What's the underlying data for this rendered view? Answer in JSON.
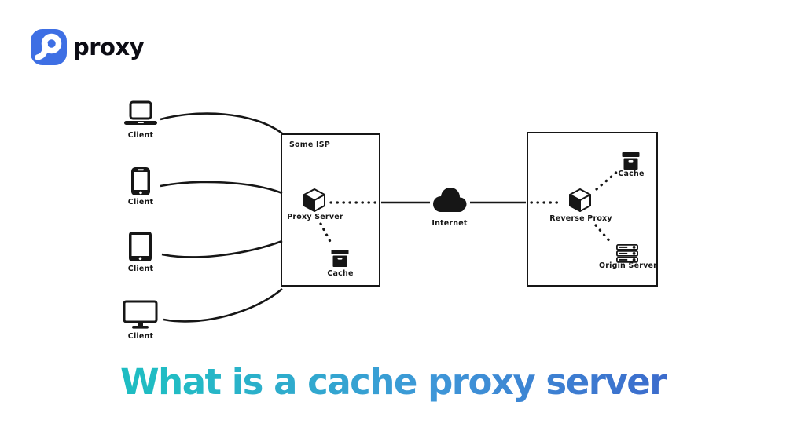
{
  "logo": {
    "brand": "proxy",
    "badge_color": "#3e6fe4",
    "text_color": "#0c0c14"
  },
  "clients": [
    {
      "label": "Client",
      "device": "laptop-icon"
    },
    {
      "label": "Client",
      "device": "smartphone-icon"
    },
    {
      "label": "Client",
      "device": "tablet-icon"
    },
    {
      "label": "Client",
      "device": "monitor-icon"
    }
  ],
  "isp_box": {
    "title": "Some ISP",
    "proxy_server_label": "Proxy Server",
    "cache_label": "Cache"
  },
  "internet": {
    "label": "Internet"
  },
  "origin_box": {
    "reverse_proxy_label": "Reverse Proxy",
    "cache_label": "Cache",
    "origin_server_label": "Origin Server"
  },
  "title": {
    "text": "What is a cache proxy server",
    "gradient_start": "#14bdbd",
    "gradient_mid": "#3e97d8",
    "gradient_end": "#3b55c6"
  },
  "diagram_colors": {
    "stroke": "#161616",
    "background": "#ffffff"
  }
}
